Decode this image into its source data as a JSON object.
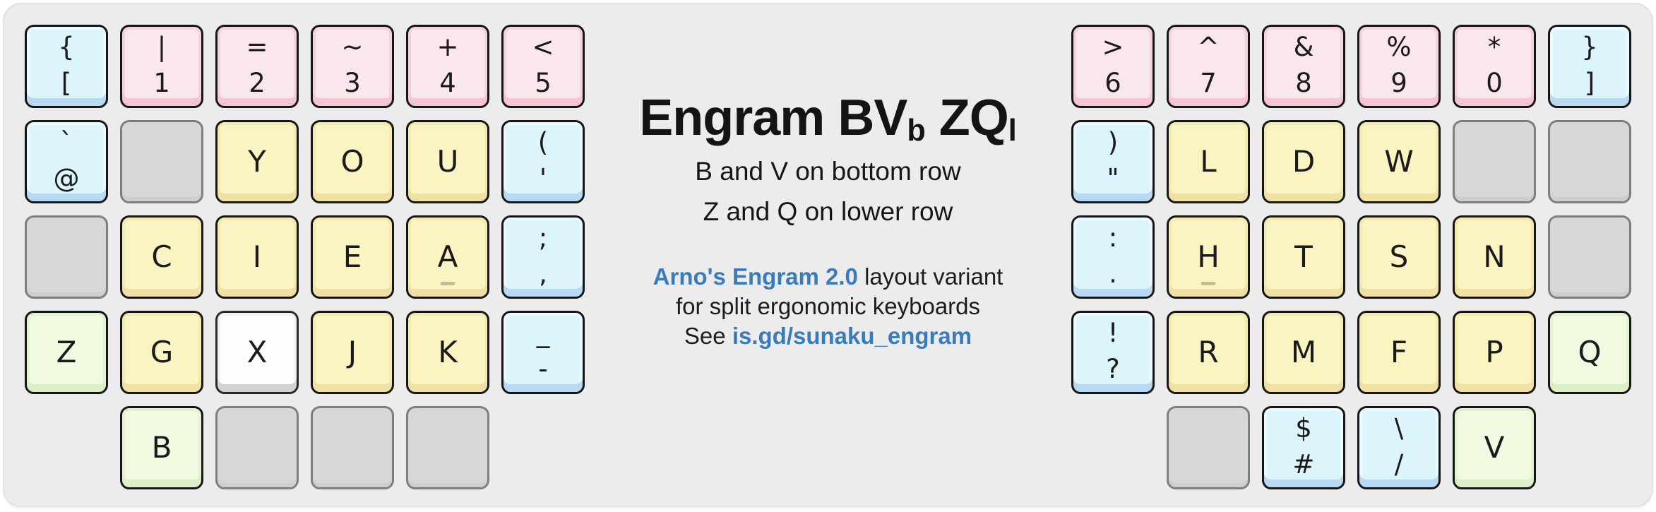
{
  "colors": {
    "panel": "#edecec",
    "link": "#3a7cba",
    "key_pink": "#fae7eb",
    "key_pink_lip": "#f5c6d1",
    "key_blue": "#dcf4fb",
    "key_blue_lip": "#b8d9f3",
    "key_yellow": "#faf4c2",
    "key_yellow_lip": "#efe0a4",
    "key_green": "#effae0",
    "key_green_lip": "#dcefc8",
    "key_white": "#fdfdfd",
    "key_white_lip": "#d3d3d3",
    "key_gray": "#d8d7d6",
    "bump": "#c2bc94"
  },
  "title": {
    "part1": "Engram BV",
    "sub1": "b",
    "part2": " ZQ",
    "sub2": "l"
  },
  "subtitle_lines": [
    "B and V on bottom row",
    "Z and Q on lower row"
  ],
  "description": {
    "link1": "Arno's Engram 2.0",
    "line1_rest": " layout variant",
    "line2": "for split ergonomic keyboards",
    "line3_prefix": "See ",
    "link2": "is.gd/sunaku_engram"
  },
  "keyboard": {
    "left": [
      {
        "row": 1,
        "col": 1,
        "color": "blue",
        "shift": "{",
        "base": "[",
        "name": "key-brace-bracket-open"
      },
      {
        "row": 1,
        "col": 2,
        "color": "pink",
        "shift": "|",
        "base": "1",
        "name": "key-1"
      },
      {
        "row": 1,
        "col": 3,
        "color": "pink",
        "shift": "=",
        "base": "2",
        "name": "key-2"
      },
      {
        "row": 1,
        "col": 4,
        "color": "pink",
        "shift": "~",
        "base": "3",
        "name": "key-3"
      },
      {
        "row": 1,
        "col": 5,
        "color": "pink",
        "shift": "+",
        "base": "4",
        "name": "key-4"
      },
      {
        "row": 1,
        "col": 6,
        "color": "pink",
        "shift": "<",
        "base": "5",
        "name": "key-5"
      },
      {
        "row": 2,
        "col": 1,
        "color": "blue",
        "shift": "`",
        "base": "@",
        "name": "key-grave-at"
      },
      {
        "row": 2,
        "col": 2,
        "color": "gray",
        "name": "key-blank"
      },
      {
        "row": 2,
        "col": 3,
        "color": "yellow",
        "letter": "Y",
        "name": "key-y"
      },
      {
        "row": 2,
        "col": 4,
        "color": "yellow",
        "letter": "O",
        "name": "key-o"
      },
      {
        "row": 2,
        "col": 5,
        "color": "yellow",
        "letter": "U",
        "name": "key-u"
      },
      {
        "row": 2,
        "col": 6,
        "color": "blue",
        "shift": "(",
        "base": "'",
        "name": "key-paren-apostrophe"
      },
      {
        "row": 3,
        "col": 1,
        "color": "gray",
        "name": "key-blank"
      },
      {
        "row": 3,
        "col": 2,
        "color": "yellow",
        "letter": "C",
        "name": "key-c"
      },
      {
        "row": 3,
        "col": 3,
        "color": "yellow",
        "letter": "I",
        "name": "key-i"
      },
      {
        "row": 3,
        "col": 4,
        "color": "yellow",
        "letter": "E",
        "name": "key-e"
      },
      {
        "row": 3,
        "col": 5,
        "color": "yellow",
        "letter": "A",
        "bump": true,
        "name": "key-a"
      },
      {
        "row": 3,
        "col": 6,
        "color": "blue",
        "shift": ";",
        "base": ",",
        "name": "key-semicolon-comma"
      },
      {
        "row": 4,
        "col": 1,
        "color": "green",
        "letter": "Z",
        "name": "key-z"
      },
      {
        "row": 4,
        "col": 2,
        "color": "yellow",
        "letter": "G",
        "name": "key-g"
      },
      {
        "row": 4,
        "col": 3,
        "color": "white",
        "letter": "X",
        "name": "key-x"
      },
      {
        "row": 4,
        "col": 4,
        "color": "yellow",
        "letter": "J",
        "name": "key-j"
      },
      {
        "row": 4,
        "col": 5,
        "color": "yellow",
        "letter": "K",
        "name": "key-k"
      },
      {
        "row": 4,
        "col": 6,
        "color": "blue",
        "shift": "_",
        "base": "-",
        "name": "key-underscore-hyphen"
      },
      {
        "row": 5,
        "col": 2,
        "color": "green",
        "letter": "B",
        "name": "key-b"
      },
      {
        "row": 5,
        "col": 3,
        "color": "gray",
        "name": "key-blank"
      },
      {
        "row": 5,
        "col": 4,
        "color": "gray",
        "name": "key-blank"
      },
      {
        "row": 5,
        "col": 5,
        "color": "gray",
        "name": "key-blank"
      }
    ],
    "right": [
      {
        "row": 1,
        "col": 1,
        "color": "pink",
        "shift": ">",
        "base": "6",
        "name": "key-6"
      },
      {
        "row": 1,
        "col": 2,
        "color": "pink",
        "shift": "^",
        "base": "7",
        "name": "key-7"
      },
      {
        "row": 1,
        "col": 3,
        "color": "pink",
        "shift": "&",
        "base": "8",
        "name": "key-8"
      },
      {
        "row": 1,
        "col": 4,
        "color": "pink",
        "shift": "%",
        "base": "9",
        "name": "key-9"
      },
      {
        "row": 1,
        "col": 5,
        "color": "pink",
        "shift": "*",
        "base": "0",
        "name": "key-0"
      },
      {
        "row": 1,
        "col": 6,
        "color": "blue",
        "shift": "}",
        "base": "]",
        "name": "key-brace-bracket-close"
      },
      {
        "row": 2,
        "col": 1,
        "color": "blue",
        "shift": ")",
        "base": "\"",
        "name": "key-paren-quote"
      },
      {
        "row": 2,
        "col": 2,
        "color": "yellow",
        "letter": "L",
        "name": "key-l"
      },
      {
        "row": 2,
        "col": 3,
        "color": "yellow",
        "letter": "D",
        "name": "key-d"
      },
      {
        "row": 2,
        "col": 4,
        "color": "yellow",
        "letter": "W",
        "name": "key-w"
      },
      {
        "row": 2,
        "col": 5,
        "color": "gray",
        "name": "key-blank"
      },
      {
        "row": 2,
        "col": 6,
        "color": "gray",
        "name": "key-blank"
      },
      {
        "row": 3,
        "col": 1,
        "color": "blue",
        "shift": ":",
        "base": ".",
        "name": "key-colon-period"
      },
      {
        "row": 3,
        "col": 2,
        "color": "yellow",
        "letter": "H",
        "bump": true,
        "name": "key-h"
      },
      {
        "row": 3,
        "col": 3,
        "color": "yellow",
        "letter": "T",
        "name": "key-t"
      },
      {
        "row": 3,
        "col": 4,
        "color": "yellow",
        "letter": "S",
        "name": "key-s"
      },
      {
        "row": 3,
        "col": 5,
        "color": "yellow",
        "letter": "N",
        "name": "key-n"
      },
      {
        "row": 3,
        "col": 6,
        "color": "gray",
        "name": "key-blank"
      },
      {
        "row": 4,
        "col": 1,
        "color": "blue",
        "shift": "!",
        "base": "?",
        "name": "key-exclaim-question"
      },
      {
        "row": 4,
        "col": 2,
        "color": "yellow",
        "letter": "R",
        "name": "key-r"
      },
      {
        "row": 4,
        "col": 3,
        "color": "yellow",
        "letter": "M",
        "name": "key-m"
      },
      {
        "row": 4,
        "col": 4,
        "color": "yellow",
        "letter": "F",
        "name": "key-f"
      },
      {
        "row": 4,
        "col": 5,
        "color": "yellow",
        "letter": "P",
        "name": "key-p"
      },
      {
        "row": 4,
        "col": 6,
        "color": "green",
        "letter": "Q",
        "name": "key-q"
      },
      {
        "row": 5,
        "col": 2,
        "color": "gray",
        "name": "key-blank"
      },
      {
        "row": 5,
        "col": 3,
        "color": "blue",
        "shift": "$",
        "base": "#",
        "name": "key-dollar-hash"
      },
      {
        "row": 5,
        "col": 4,
        "color": "blue",
        "shift": "\\",
        "base": "/",
        "name": "key-backslash-slash"
      },
      {
        "row": 5,
        "col": 5,
        "color": "green",
        "letter": "V",
        "name": "key-v"
      }
    ]
  }
}
